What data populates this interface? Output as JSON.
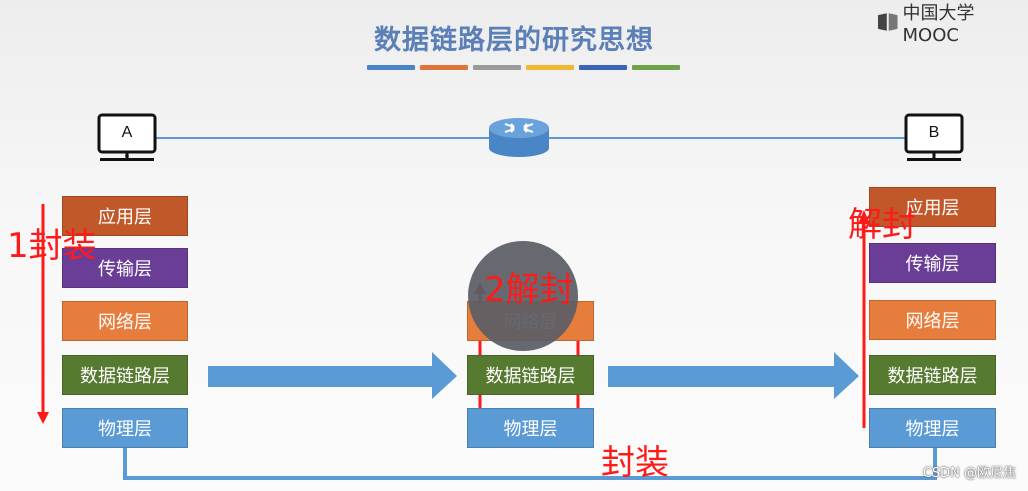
{
  "header": {
    "title": "数据链路层的研究思想",
    "brand": "中国大学MOOC",
    "color_bars": [
      "#4a86c5",
      "#e0733a",
      "#9a9a9a",
      "#f2b731",
      "#3a65b5",
      "#6fa34a"
    ]
  },
  "hosts": {
    "a": {
      "label": "A",
      "icon": "computer-icon"
    },
    "b": {
      "label": "B",
      "icon": "computer-icon"
    },
    "router": {
      "icon": "router-icon"
    }
  },
  "stacks": {
    "host_a": [
      {
        "label": "应用层",
        "color": "#c0582a"
      },
      {
        "label": "传输层",
        "color": "#6a3e97"
      },
      {
        "label": "网络层",
        "color": "#e77d3c"
      },
      {
        "label": "数据链路层",
        "color": "#567a2f"
      },
      {
        "label": "物理层",
        "color": "#5b9bd5"
      }
    ],
    "router": [
      {
        "label": "网络层",
        "color": "#e77d3c"
      },
      {
        "label": "数据链路层",
        "color": "#567a2f"
      },
      {
        "label": "物理层",
        "color": "#5b9bd5"
      }
    ],
    "host_b": [
      {
        "label": "应用层",
        "color": "#c0582a"
      },
      {
        "label": "传输层",
        "color": "#6a3e97"
      },
      {
        "label": "网络层",
        "color": "#e77d3c"
      },
      {
        "label": "数据链路层",
        "color": "#567a2f"
      },
      {
        "label": "物理层",
        "color": "#5b9bd5"
      }
    ]
  },
  "annotations": {
    "encap_1": "1封装",
    "decap_2": "2解封",
    "decap": "解封",
    "encap": "封装"
  },
  "watermark": "CSDN @欧尼焦"
}
